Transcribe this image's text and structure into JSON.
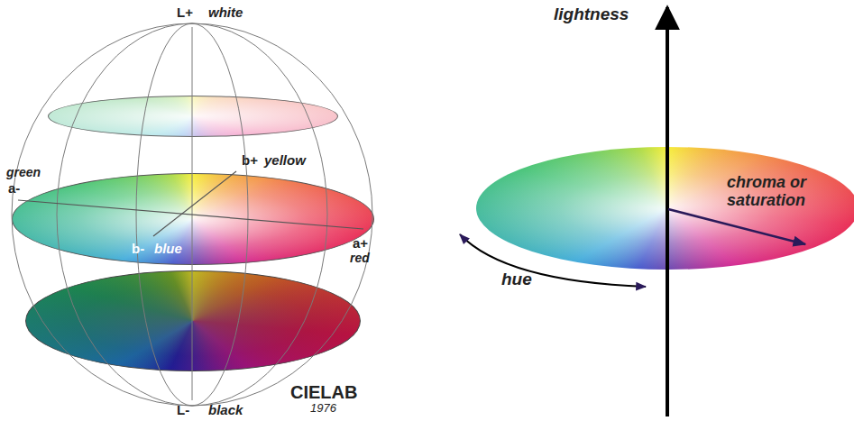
{
  "diagram": {
    "labels": [
      "L+",
      "white",
      "b+",
      "yellow",
      "green",
      "a-",
      "b-",
      "blue",
      "a+",
      "red",
      "L-",
      "black",
      "CIELAB",
      "1976",
      "lightness",
      "chroma or saturation",
      "hue"
    ]
  }
}
